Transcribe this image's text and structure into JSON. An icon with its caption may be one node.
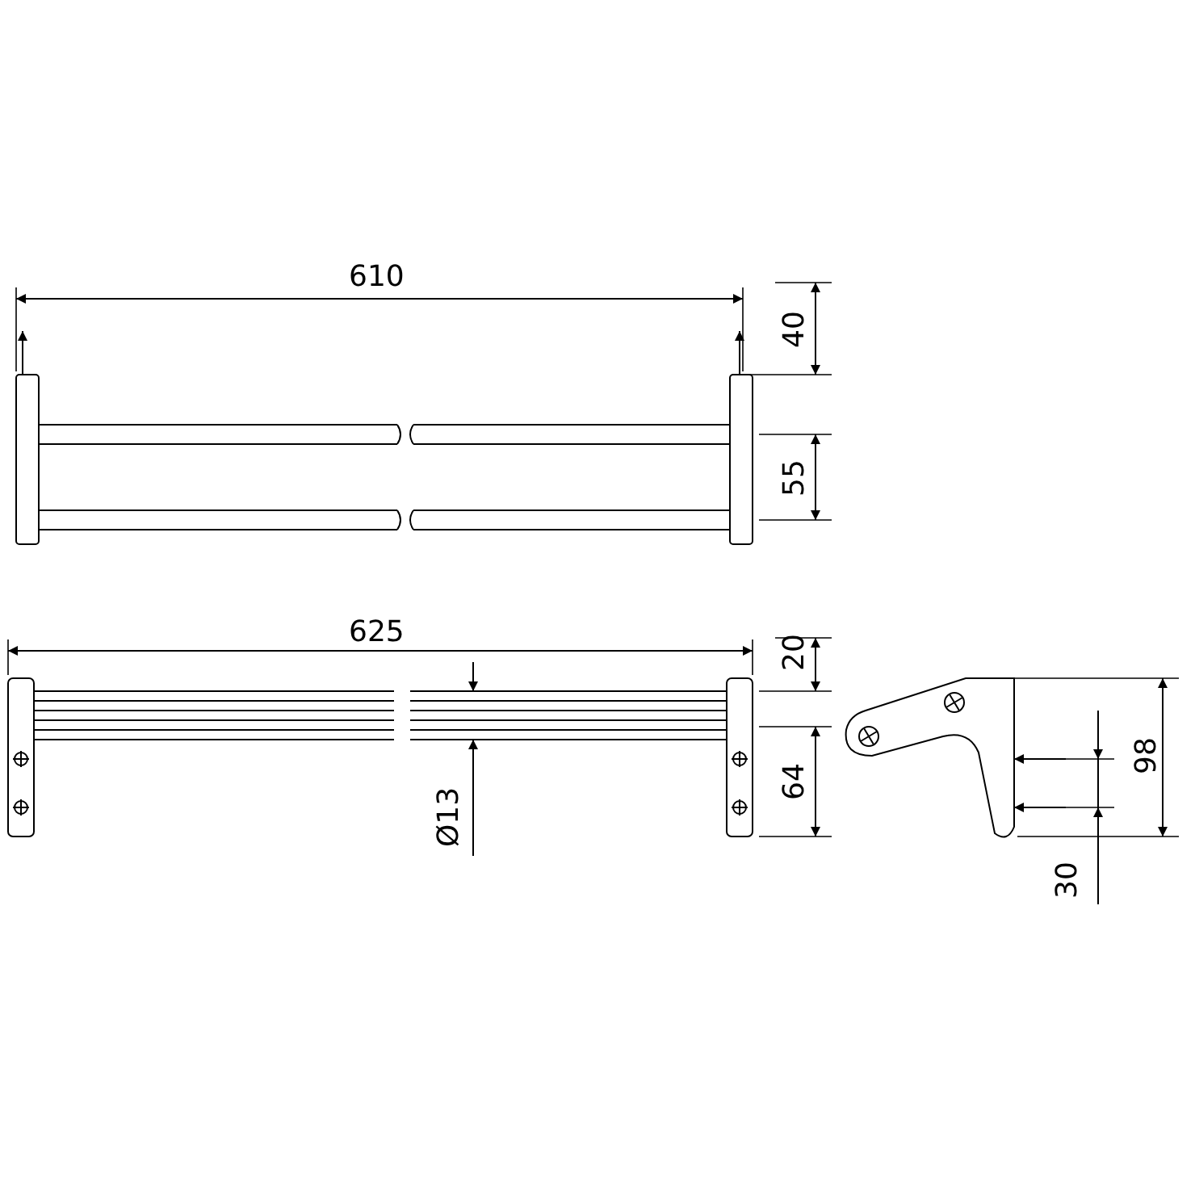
{
  "diagram": {
    "labels": [
      "610",
      "40",
      "55",
      "625",
      "20",
      "64",
      "Ø13",
      "98",
      "30"
    ]
  }
}
